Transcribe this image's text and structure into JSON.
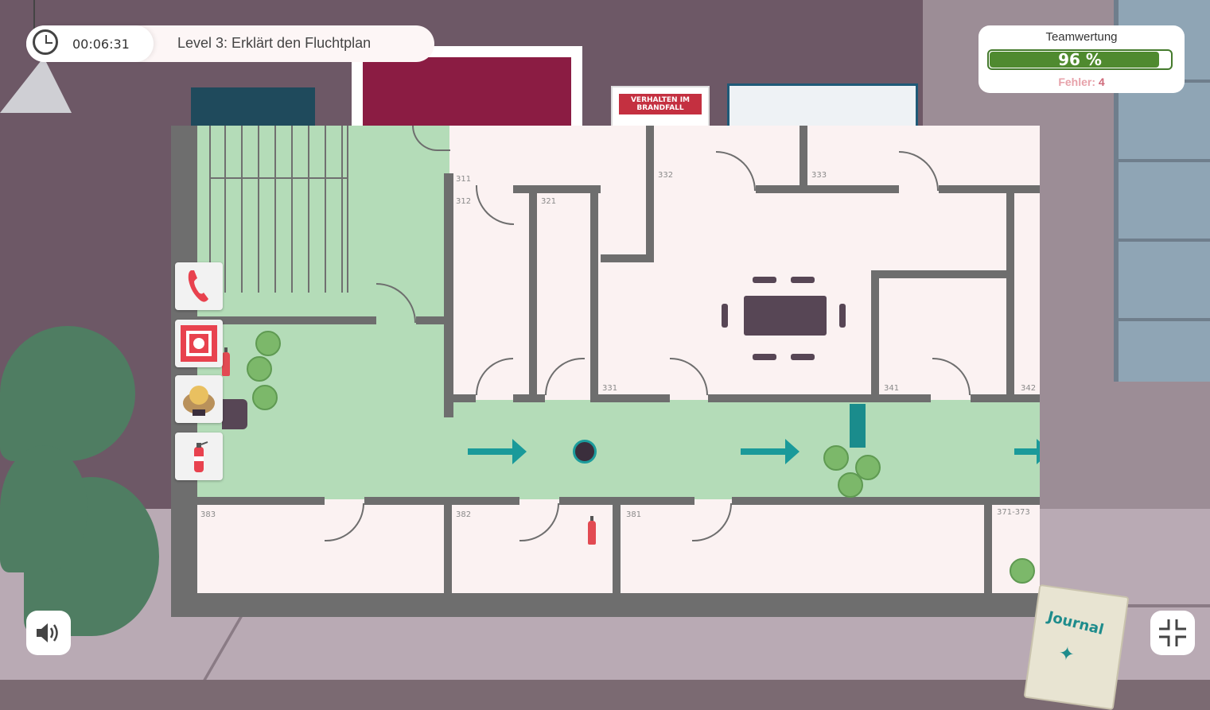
{
  "hud": {
    "timer": "00:06:31",
    "level_title": "Level 3: Erklärt den Fluchtplan"
  },
  "score": {
    "title": "Teamwertung",
    "percent_value": 96,
    "percent_label": "96 %",
    "errors_label": "Fehler:",
    "errors_count": "4",
    "bar_color": "#4f8a2f"
  },
  "rooms": {
    "r311": "311",
    "r312": "312",
    "r321": "321",
    "r332": "332",
    "r333": "333",
    "r331": "331",
    "r341": "341",
    "r342": "342",
    "r383": "383",
    "r382": "382",
    "r381": "381",
    "r371": "371-373"
  },
  "tools": [
    {
      "name": "phone",
      "icon": "phone-icon"
    },
    {
      "name": "fire-alarm",
      "icon": "fire-alarm-icon"
    },
    {
      "name": "person",
      "icon": "person-icon"
    },
    {
      "name": "extinguisher",
      "icon": "fire-extinguisher-icon"
    }
  ],
  "scene": {
    "poster_fire_text": "VERHALTEN IM BRANDFALL",
    "journal_label": "Journal"
  },
  "colors": {
    "escape_green": "#b4dcb8",
    "arrow_teal": "#1a9a9a",
    "wall_gray": "#6e6e6e"
  }
}
